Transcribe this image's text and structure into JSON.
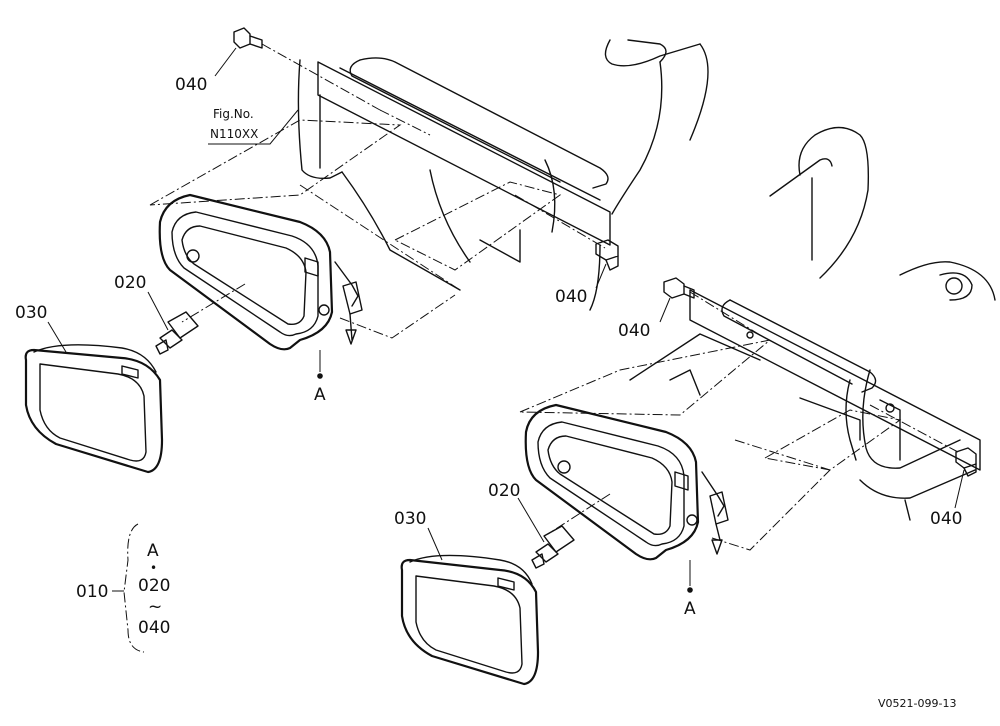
{
  "figure_reference": {
    "prefix": "Fig.No.",
    "number": "N110XX"
  },
  "callouts": {
    "bolt_top_left": "040",
    "bolt_mid": "040",
    "bolt_right_upper": "040",
    "bolt_right_lower": "040",
    "bulb_left": "020",
    "bulb_right": "020",
    "lens_left": "030",
    "lens_right": "030",
    "point_a_left": "A",
    "point_a_right": "A"
  },
  "assembly_group": {
    "label": "010",
    "items": [
      "A",
      "•",
      "020",
      "~",
      "040"
    ]
  },
  "drawing_code": "V0521-099-13"
}
